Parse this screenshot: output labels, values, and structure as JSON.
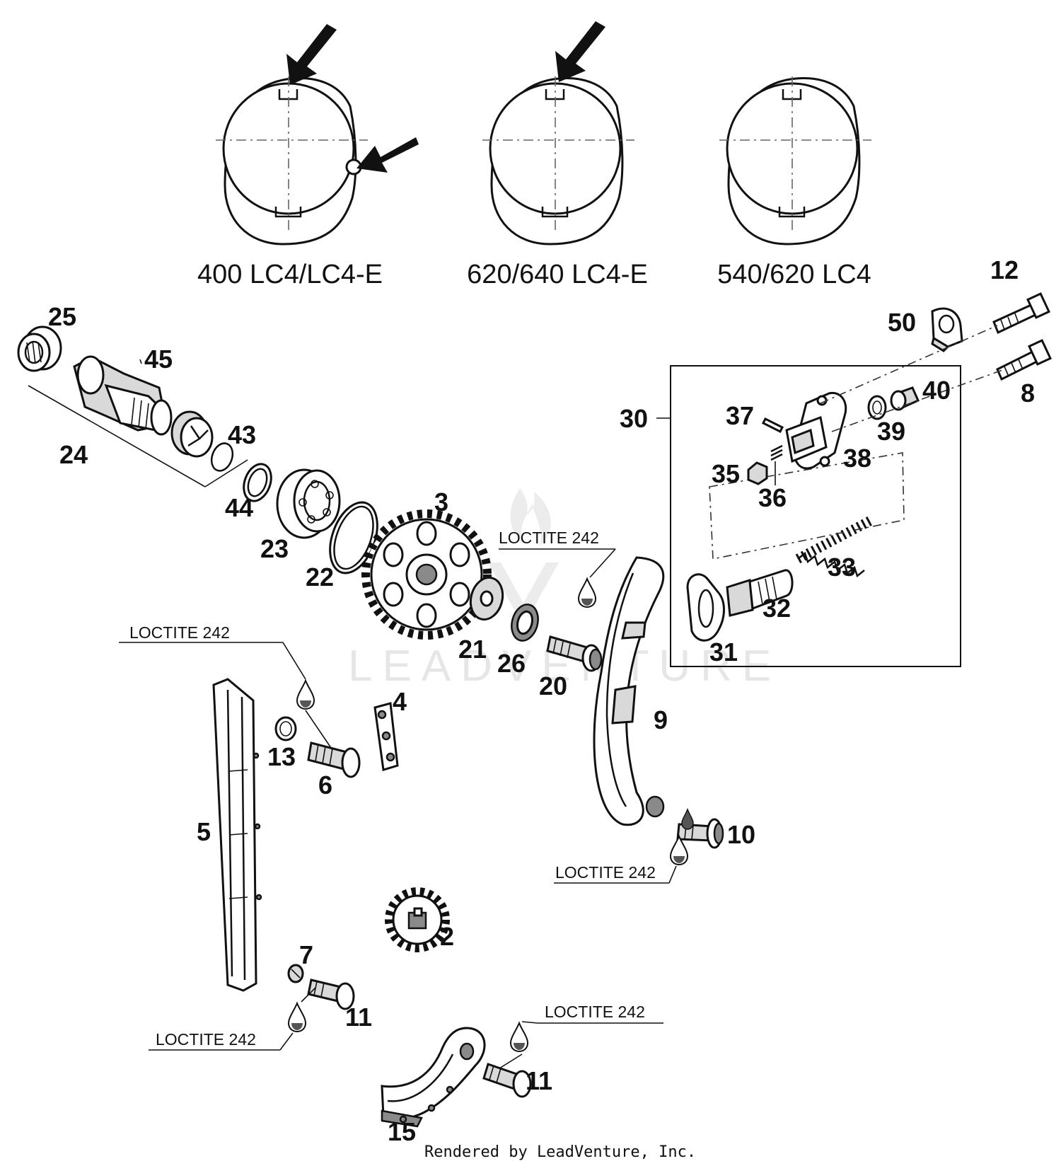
{
  "variants": [
    {
      "label": "400 LC4/LC4-E"
    },
    {
      "label": "620/640 LC4-E"
    },
    {
      "label": "540/620 LC4"
    }
  ],
  "part_numbers": {
    "p2": "2",
    "p3": "3",
    "p4": "4",
    "p5": "5",
    "p6": "6",
    "p7": "7",
    "p8": "8",
    "p9": "9",
    "p10": "10",
    "p11a": "11",
    "p11b": "11",
    "p12": "12",
    "p13": "13",
    "p15": "15",
    "p20": "20",
    "p21": "21",
    "p22": "22",
    "p23": "23",
    "p24": "24",
    "p25": "25",
    "p26": "26",
    "p30": "30",
    "p31": "31",
    "p32": "32",
    "p33": "33",
    "p35": "35",
    "p36": "36",
    "p37": "37",
    "p38": "38",
    "p39": "39",
    "p40": "40",
    "p43": "43",
    "p44": "44",
    "p45": "45",
    "p50": "50"
  },
  "loctite_labels": [
    "LOCTITE 242",
    "LOCTITE 242",
    "LOCTITE 242",
    "LOCTITE 242",
    "LOCTITE 242"
  ],
  "watermark": "LEADVENTURE",
  "footer": "Rendered by LeadVenture, Inc."
}
